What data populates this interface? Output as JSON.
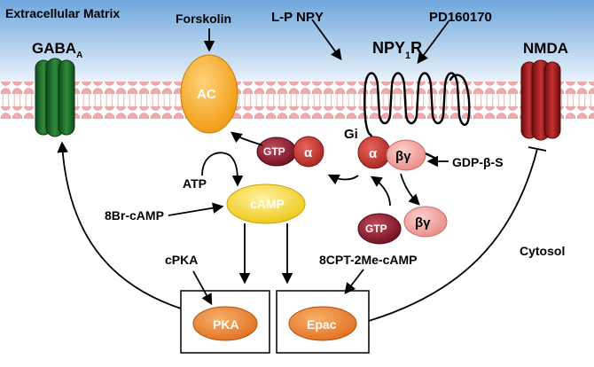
{
  "labels": {
    "extracellular_matrix": "Extracellular Matrix",
    "forskolin": "Forskolin",
    "lp_npy": "L-P NPY",
    "pd160170": "PD160170",
    "gaba_main": "GABA",
    "gaba_sub": "A",
    "npy_receptor_main": "NPY",
    "npy_receptor_sub": "1",
    "npy_receptor_tail": "R",
    "nmda": "NMDA",
    "ac": "AC",
    "gtp_upper": "GTP",
    "alpha_upper": "α",
    "gi": "Gi",
    "alpha_right": "α",
    "beta_gamma_upper": "βγ",
    "gdp_beta_s": "GDP-β-S",
    "atp": "ATP",
    "camp": "cAMP",
    "br_camp": "8Br-cAMP",
    "gtp_lower": "GTP",
    "beta_gamma_lower": "βγ",
    "cpka": "cPKA",
    "cpt_camp": "8CPT-2Me-cAMP",
    "cytosol": "Cytosol",
    "pka": "PKA",
    "epac": "Epac"
  },
  "colors": {
    "extracellular_top": "#6fa6dc",
    "extracellular_bottom": "#eaf3fb",
    "lipid_head": "#f2a9a9",
    "gaba_channel": "#1f6b2c",
    "nmda_channel": "#9c1c1c",
    "ac_enzyme": "#f4a21a",
    "camp": "#f3d21f",
    "g_alpha": "#c0302a",
    "gtp": "#8a1a2a",
    "beta_gamma": "#f09a94",
    "effector": "#e8782a"
  }
}
